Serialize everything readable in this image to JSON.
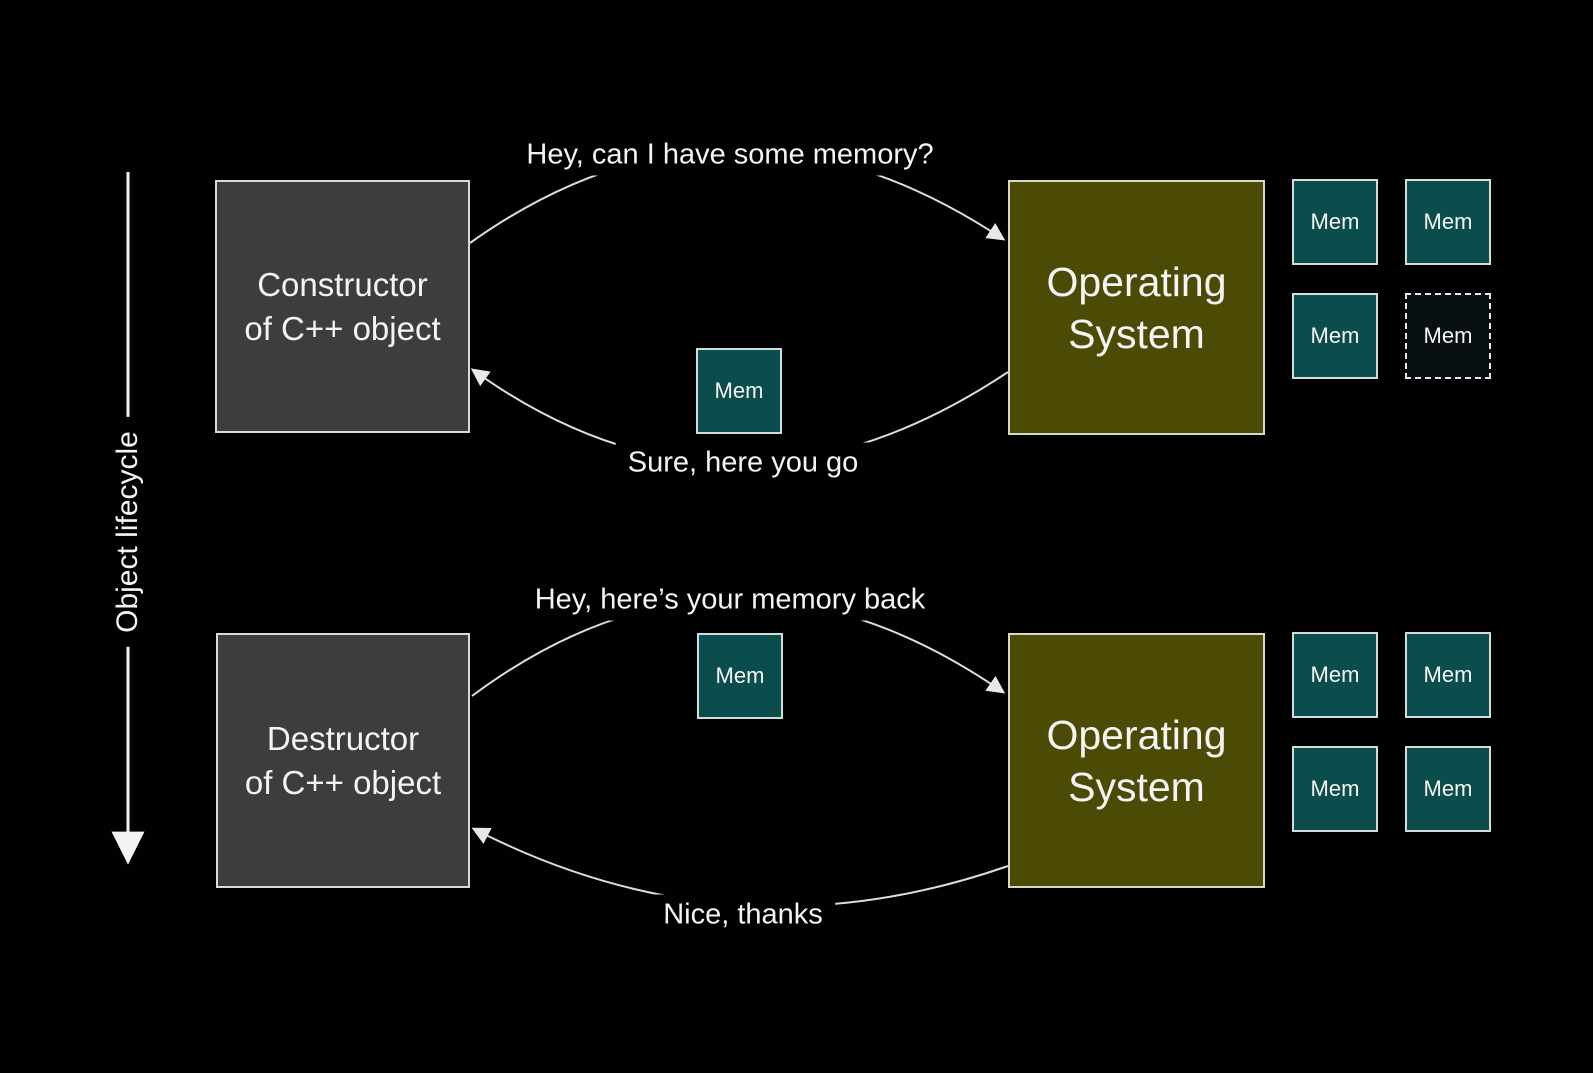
{
  "axis": {
    "label": "Object lifecycle"
  },
  "allocation": {
    "actor": {
      "line1": "Constructor",
      "line2": "of C++ object"
    },
    "os": {
      "line1": "Operating",
      "line2": "System"
    },
    "request": "Hey, can I have some memory?",
    "response": "Sure, here you go",
    "transfer_mem": {
      "label": "Mem"
    },
    "pool": [
      {
        "label": "Mem",
        "state": "available"
      },
      {
        "label": "Mem",
        "state": "available"
      },
      {
        "label": "Mem",
        "state": "available"
      },
      {
        "label": "Mem",
        "state": "handed-out-dashed"
      }
    ]
  },
  "deallocation": {
    "actor": {
      "line1": "Destructor",
      "line2": "of C++ object"
    },
    "os": {
      "line1": "Operating",
      "line2": "System"
    },
    "request": "Hey, here’s your memory back",
    "response": "Nice, thanks",
    "transfer_mem": {
      "label": "Mem"
    },
    "pool": [
      {
        "label": "Mem",
        "state": "available"
      },
      {
        "label": "Mem",
        "state": "available"
      },
      {
        "label": "Mem",
        "state": "available"
      },
      {
        "label": "Mem",
        "state": "available"
      }
    ]
  },
  "colors": {
    "background": "#010101",
    "actor_box_fill": "#3d3d3d",
    "os_box_fill": "#4b4b06",
    "mem_box_fill": "#0b4c4d",
    "box_border": "#d9d9d9",
    "arrow_stroke": "#dcdcdc",
    "text": "#f4f4f4"
  }
}
